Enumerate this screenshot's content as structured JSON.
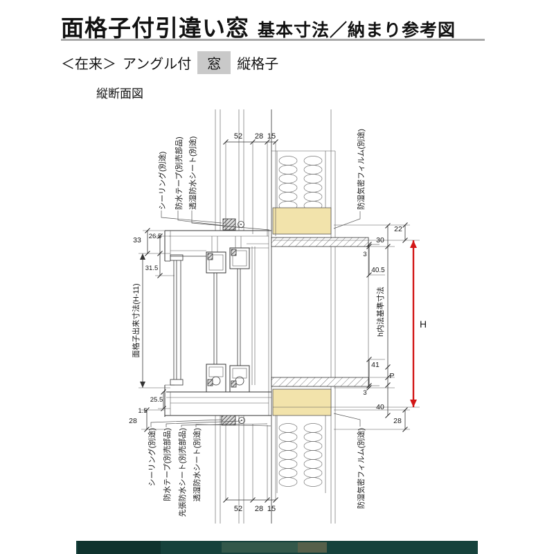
{
  "header": {
    "title_main": "面格子付引違い窓",
    "title_sub": "基本寸法／納まり参考図",
    "spec": {
      "conventional": "＜在来＞",
      "angle": "アングル付",
      "window": "窓",
      "grille": "縦格子"
    },
    "section_label": "縦断面図"
  },
  "diagram": {
    "annotations": {
      "sealing_top": "シーリング(別途)",
      "tape_top": "防水テープ(別売部品)",
      "sheet_top": "透湿防水シート(別途)",
      "film_top": "防湿気密フィルム(別途)",
      "grille_dim": "面格子出来寸法(H-11)",
      "inner_height": "h内法基準寸法",
      "sealing_bottom": "シーリング(別途)",
      "tape_bottom": "防水テープ(別売部品)",
      "presheet_bottom": "先張防水シート(別売部品)",
      "sheet_bottom": "透湿防水シート(別途)",
      "film_bottom": "防湿気密フィルム(別途)"
    },
    "dims": {
      "top": [
        "52",
        "28",
        "15"
      ],
      "bottom": [
        "52",
        "28",
        "15"
      ],
      "left_top": [
        "33",
        "26.5",
        "31.5"
      ],
      "left_bottom": [
        "28",
        "1.5",
        "25.5"
      ],
      "right_top": [
        "22",
        "30",
        "3",
        "40.5"
      ],
      "right_bottom": [
        "41",
        "P",
        "3",
        "40",
        "28"
      ],
      "height_label": "H"
    },
    "colors": {
      "wood_fill": "#f2e3ab",
      "dim_red": "#d21616",
      "highlight_gray": "#c9c9c9"
    }
  }
}
